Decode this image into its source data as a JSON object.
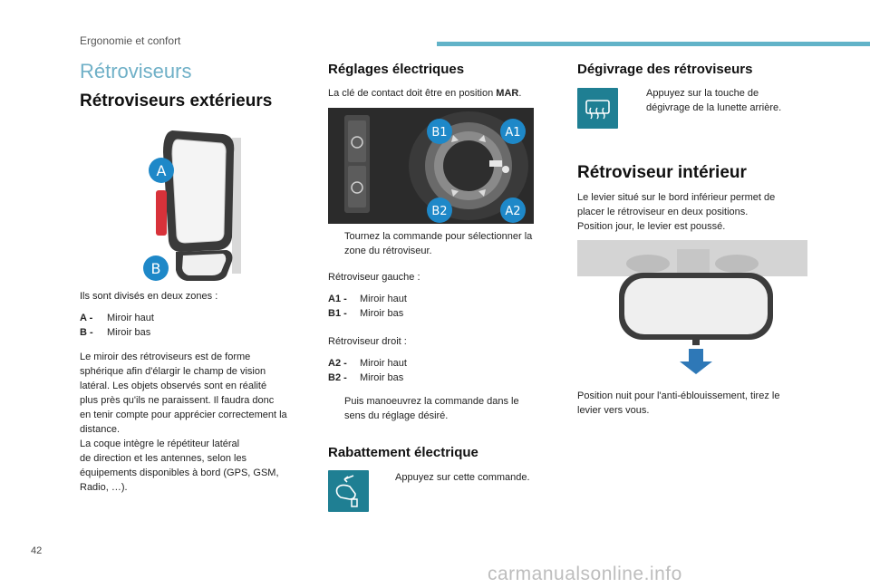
{
  "header": {
    "section": "Ergonomie et confort"
  },
  "page_number": "42",
  "watermark": "carmanualsonline.info",
  "col1": {
    "page_title": "Rétroviseurs",
    "heading": "Rétroviseurs extérieurs",
    "fig_labels": {
      "a": "A",
      "b": "B"
    },
    "intro": "Ils sont divisés en deux zones :",
    "zones": [
      {
        "key": "A -",
        "value": "Miroir haut"
      },
      {
        "key": "B -",
        "value": "Miroir bas"
      }
    ],
    "para_lines": [
      "Le miroir des rétroviseurs est de forme",
      "sphérique afin d'élargir le champ de vision",
      "latéral. Les objets observés sont en réalité",
      "plus près qu'ils ne paraissent. Il faudra donc",
      "en tenir compte pour apprécier correctement la",
      "distance.",
      "La coque intègre le répétiteur latéral",
      "de direction et les antennes, selon les",
      "équipements disponibles à bord (GPS, GSM,",
      "Radio, …)."
    ]
  },
  "col2": {
    "heading": "Réglages électriques",
    "key_text_before": "La clé de contact doit être en position ",
    "key_position": "MAR",
    "key_text_after": ".",
    "fig_labels": {
      "b1": "B1",
      "a1": "A1",
      "b2": "B2",
      "a2": "A2"
    },
    "bullet_glyph": "",
    "bullet1_lines": [
      "Tournez la commande pour sélectionner la",
      "zone du rétroviseur."
    ],
    "left_label": "Rétroviseur gauche :",
    "left_rows": [
      {
        "key": "A1 -",
        "value": "Miroir haut"
      },
      {
        "key": "B1 -",
        "value": "Miroir bas"
      }
    ],
    "right_label": "Rétroviseur droit :",
    "right_rows": [
      {
        "key": "A2 -",
        "value": "Miroir haut"
      },
      {
        "key": "B2 -",
        "value": "Miroir bas"
      }
    ],
    "bullet2_lines": [
      "Puis manoeuvrez la commande dans le",
      "sens du réglage désiré."
    ],
    "fold_heading": "Rabattement électrique",
    "fold_bullet": "Appuyez sur cette commande."
  },
  "col3": {
    "defrost_heading": "Dégivrage des rétroviseurs",
    "defrost_lines": [
      "Appuyez sur la touche de",
      "dégivrage de la lunette arrière."
    ],
    "interior_heading": "Rétroviseur intérieur",
    "interior_lines": [
      "Le levier situé sur le bord inférieur permet de",
      "placer le rétroviseur en deux positions.",
      "Position jour, le levier est poussé."
    ],
    "night_lines": [
      "Position nuit pour l'anti-éblouissement, tirez le",
      "levier vers vous."
    ]
  },
  "colors": {
    "accent": "#62b3c8",
    "teal_button": "#1f7f93",
    "title": "#6fb0c7",
    "mirror_repeater": "#d8323a"
  }
}
